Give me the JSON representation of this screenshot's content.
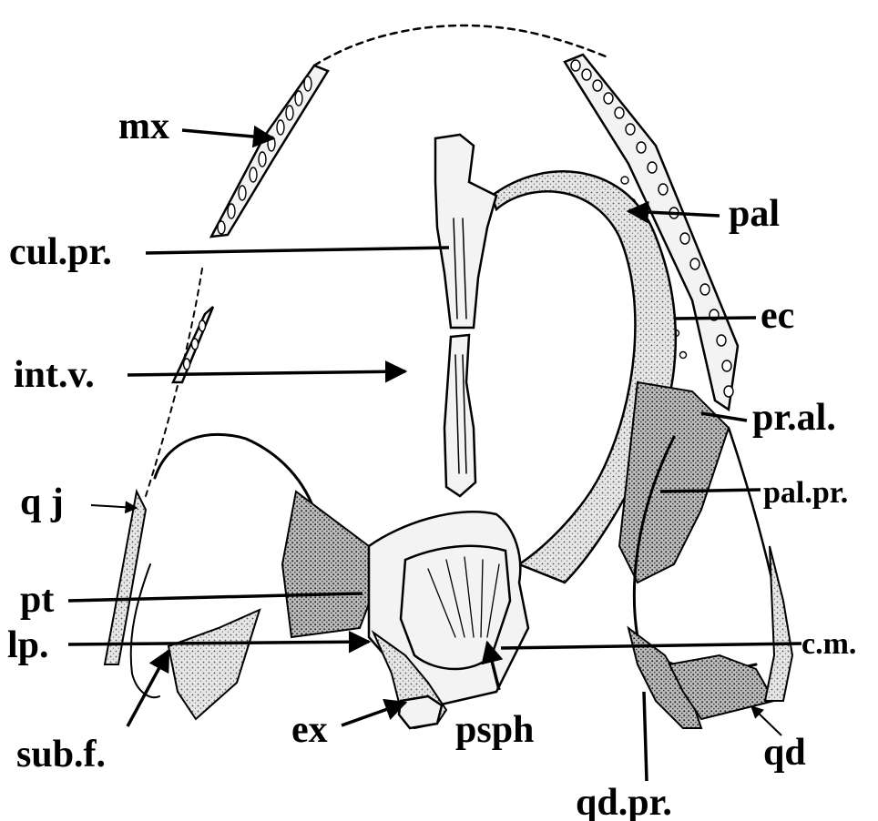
{
  "labels": {
    "mx": "mx",
    "cul_pr": "cul.pr.",
    "int_v": "int.v.",
    "q_j": "q j",
    "pt": "pt",
    "lp": "lp.",
    "sub_f": "sub.f.",
    "ex": "ex",
    "psph": "psph",
    "qd_pr": "qd.pr.",
    "qd": "qd",
    "c_m": "c.m.",
    "pal_pr": "pal.pr.",
    "pr_al": "pr.al.",
    "ec": "ec",
    "pal": "pal"
  },
  "colors": {
    "ink": "#000000",
    "bone_fill": "#f3f3f3",
    "shading": "#c9c9c9",
    "background": "#ffffff"
  }
}
